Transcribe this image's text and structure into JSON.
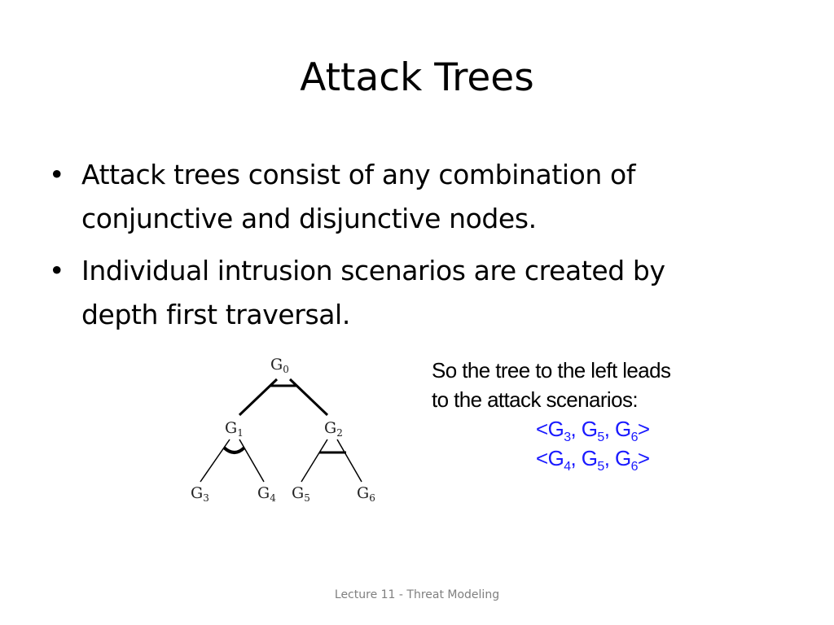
{
  "slide": {
    "title": "Attack Trees",
    "bullets": [
      {
        "line1": "Attack trees consist of any combination of",
        "line2": "conjunctive and disjunctive nodes."
      },
      {
        "line1": "Individual intrusion scenarios are created by",
        "line2": "depth first traversal."
      }
    ],
    "bullet_symbol": "•"
  },
  "tree": {
    "nodes": [
      {
        "base": "G",
        "sub": "0"
      },
      {
        "base": "G",
        "sub": "1"
      },
      {
        "base": "G",
        "sub": "2"
      },
      {
        "base": "G",
        "sub": "3"
      },
      {
        "base": "G",
        "sub": "4"
      },
      {
        "base": "G",
        "sub": "5"
      },
      {
        "base": "G",
        "sub": "6"
      }
    ]
  },
  "side_note": {
    "line1": "So the tree to the left leads",
    "line2": "to the attack scenarios:",
    "scenarios": [
      {
        "open": "<",
        "g1": "G",
        "s1": "3",
        "sep1": ", ",
        "g2": "G",
        "s2": "5",
        "sep2": ", ",
        "g3": "G",
        "s3": "6",
        "close": ">"
      },
      {
        "open": "<",
        "g1": "G",
        "s1": "4",
        "sep1": ", ",
        "g2": "G",
        "s2": "5",
        "sep2": ", ",
        "g3": "G",
        "s3": "6",
        "close": ">"
      }
    ],
    "scenario_color": "#1a1aff"
  },
  "footer": {
    "text": "Lecture 11 - Threat Modeling"
  }
}
